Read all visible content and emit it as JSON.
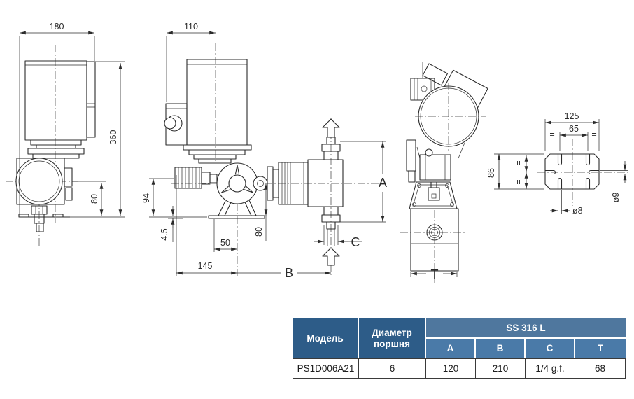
{
  "title": "Dosing pump dimensional drawing",
  "dims": {
    "v1": {
      "width": "180",
      "height": "360",
      "axis": "80"
    },
    "v2": {
      "width": "110",
      "knob": "94",
      "plate": "4.5",
      "slot": "50",
      "axis": "80",
      "len": "145",
      "b": "B",
      "a": "A",
      "c": "C"
    },
    "v3": {
      "t": "T"
    },
    "v4": {
      "width": "125",
      "slots": "65",
      "depth": "86",
      "d8": "ø8",
      "d9": "ø9",
      "eq": "="
    }
  },
  "table": {
    "headers": {
      "model": "Модель",
      "piston": "Диаметр поршня",
      "material_group": "SS 316 L",
      "cols": [
        "A",
        "B",
        "C",
        "T"
      ]
    },
    "rows": [
      {
        "model": "PS1D006A21",
        "piston": "6",
        "a": "120",
        "b": "210",
        "c": "1/4 g.f.",
        "t": "68"
      }
    ]
  },
  "colors": {
    "header_dark": "#2d5c88",
    "header_mid": "#4f779e",
    "header_sub": "#4a7aa8",
    "line": "#2b2b2b"
  }
}
